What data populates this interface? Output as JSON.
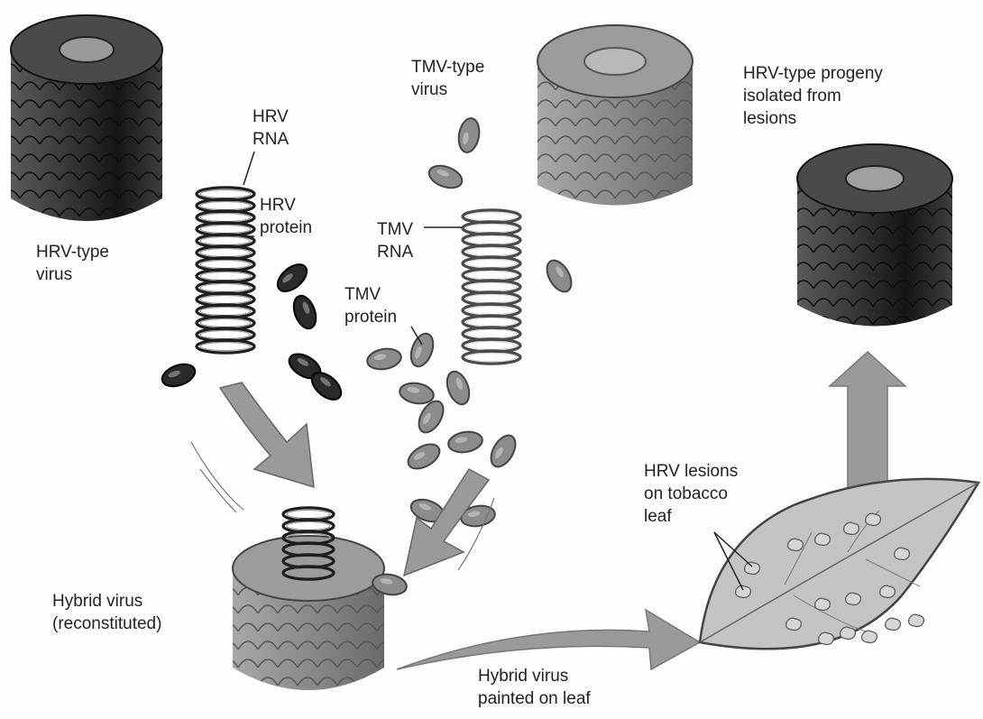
{
  "labels": {
    "hrv_type_virus": [
      "HRV-type",
      "virus"
    ],
    "hrv_rna": [
      "HRV",
      "RNA"
    ],
    "hrv_protein": [
      "HRV",
      "protein"
    ],
    "tmv_type_virus": [
      "TMV-type",
      "virus"
    ],
    "tmv_rna": [
      "TMV",
      "RNA"
    ],
    "tmv_protein": [
      "TMV",
      "protein"
    ],
    "hrv_progeny": [
      "HRV-type progeny",
      "isolated from",
      "lesions"
    ],
    "hybrid_virus": [
      "Hybrid virus",
      "(reconstituted)"
    ],
    "hrv_lesions": [
      "HRV lesions",
      "on tobacco",
      "leaf"
    ],
    "painted": [
      "Hybrid virus",
      "painted on leaf"
    ]
  },
  "colors": {
    "hrv_dark": "#2b2b2b",
    "tmv_gray": "#8f8f8f",
    "arrow": "#9a9a9a",
    "leaf": "#c4c4c4"
  }
}
